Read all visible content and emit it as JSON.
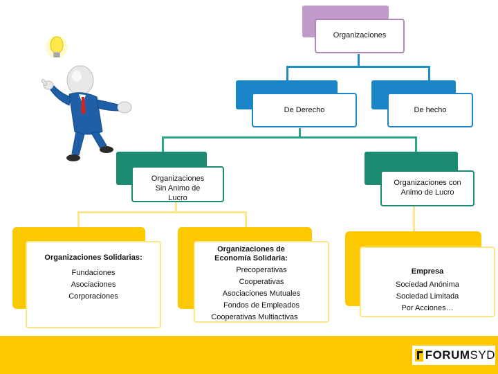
{
  "colors": {
    "purple": "#c09ac8",
    "purple_border": "#b084bb",
    "blue": "#1a86c8",
    "blue_line": "#1e8fc4",
    "teal": "#1b8a70",
    "teal_line": "#2aa58a",
    "yellow": "#fcc800",
    "yellow_light": "#fde58a"
  },
  "root": {
    "label": "Organizaciones"
  },
  "level1": [
    {
      "label": "De Derecho"
    },
    {
      "label": "De hecho"
    }
  ],
  "level2": [
    {
      "label": "Organizaciones Sin Animo de Lucro"
    },
    {
      "label": "Organizaciones con Animo de Lucro"
    }
  ],
  "level3": {
    "solidarias": {
      "title": "Organizaciones  Solidarias:",
      "items": [
        "Fundaciones",
        "Asociaciones",
        "Corporaciones"
      ]
    },
    "economia": {
      "title": "Organizaciones de Economía Solidaria:",
      "items": [
        "Precoperativas",
        "Cooperativas",
        "Asociaciones Mutuales",
        "Fondos de Empleados",
        "Cooperativas Multiactivas"
      ]
    },
    "empresa": {
      "title": "Empresa",
      "items": [
        "Sociedad Anónima",
        "Sociedad Limitada",
        "Por Acciones…"
      ]
    }
  },
  "footer": {
    "logo_text_bold": "FORUM",
    "logo_text_light": "SYD"
  }
}
